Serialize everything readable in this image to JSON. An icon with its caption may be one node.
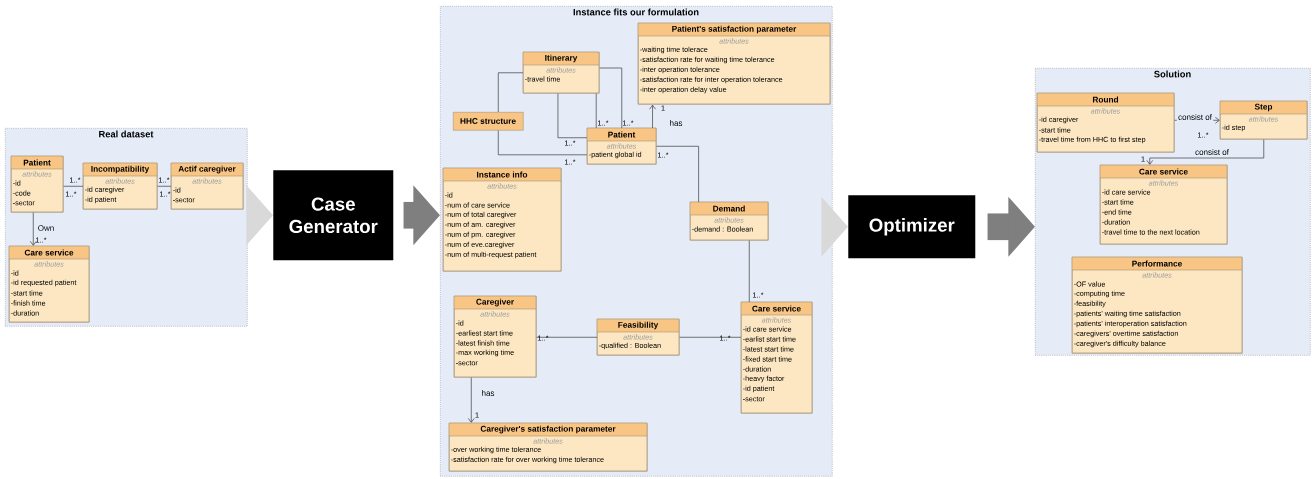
{
  "diagram": {
    "nodes": [
      {
        "text": [
          "Real dataset"
        ]
      },
      {
        "text": [
          "Patient",
          "attributes",
          "-id",
          "-code",
          "-sector"
        ],
        "in": 0
      },
      {
        "text": [
          "Incompatibility",
          "attributes",
          "-id caregiver",
          "-id patient"
        ],
        "in": 0
      },
      {
        "text": [
          "Actif caregiver",
          "attributes",
          "-id",
          "-sector"
        ],
        "in": 0
      },
      {
        "text": [
          "Care service",
          "attributes",
          "-id",
          "-id requested patient",
          "-start time",
          "-finish time",
          "-duration"
        ],
        "in": 0
      },
      {
        "text": [
          "Case Generator"
        ]
      },
      {
        "text": [
          "Instance fits our formulation"
        ]
      },
      {
        "text": [
          "Itinerary",
          "attributes",
          "-travel time"
        ],
        "in": 6
      },
      {
        "text": [
          "Patient's satisfaction parameter",
          "attributes",
          "-waiting time tolerace",
          "-satisfaction rate for waiting time tolerance",
          "-inter operation tolerance",
          "-satisfaction rate for inter operation tolerance",
          "-inter operation delay value"
        ],
        "in": 6
      },
      {
        "text": [
          "HHC structure"
        ],
        "in": 6
      },
      {
        "text": [
          "Patient",
          "attributes",
          "-patient global id"
        ],
        "in": 6
      },
      {
        "text": [
          "Instance info",
          "attributes",
          "-id",
          "-num of care service",
          "-num of total caregiver",
          "-num of am. caregiver",
          "-num of pm. caregiver",
          "-num of eve.caregiver",
          "-num of multi-request patient"
        ],
        "in": 6
      },
      {
        "text": [
          "Demand",
          "attributes",
          "-demand : Boolean"
        ],
        "in": 6
      },
      {
        "text": [
          "Caregiver",
          "attributes",
          "-id",
          "-earliest start time",
          "-latest finish time",
          "-max working time",
          "-sector"
        ],
        "in": 6
      },
      {
        "text": [
          "Feasibility",
          "attributes",
          "-qualified : Boolean"
        ],
        "in": 6
      },
      {
        "text": [
          "Care service",
          "attributes",
          "-id care service",
          "-earlist start time",
          "-latest start time",
          "-fixed start time",
          "-duration",
          "-heavy factor",
          "-id patient",
          "-sector"
        ],
        "in": 6
      },
      {
        "text": [
          "Caregiver's satisfaction parameter",
          "attributes",
          "-over working time tolerance",
          "-satisfaction rate for over working time tolerance"
        ],
        "in": 6
      },
      {
        "text": [
          "Optimizer"
        ]
      },
      {
        "text": [
          "Solution"
        ]
      },
      {
        "text": [
          "Round",
          "attributes",
          "-id caregiver",
          "-start time",
          "-travel time from HHC to first step"
        ],
        "in": 18
      },
      {
        "text": [
          "Step",
          "attributes",
          "-id step"
        ],
        "in": 18
      },
      {
        "text": [
          "Care service",
          "attributes",
          "-id care service",
          "-start time",
          "-end time",
          "-duration",
          "-travel time to the next location"
        ],
        "in": 18
      },
      {
        "text": [
          "Performance",
          "attributes",
          "-OF value",
          "-computing time",
          "-feasibility",
          "-patients' waiting time satisfaction",
          "-patients' interoperation satisfaction",
          "-caregivers' overtime satisfaction",
          "-caregiver's difficulty balance"
        ],
        "in": 18
      }
    ],
    "edges": [
      {
        "from": 1,
        "to": 2,
        "arrow": "none"
      },
      {
        "from": 2,
        "to": 3,
        "arrow": "none"
      },
      {
        "from": 1,
        "to": 4,
        "arrow": "to",
        "label": "Own"
      },
      {
        "from": 0,
        "to": 5,
        "arrow": "to",
        "style": "thick",
        "color": "#d9d9d9"
      },
      {
        "from": 5,
        "to": 6,
        "arrow": "to",
        "style": "thick",
        "color": "#7f7f7f"
      },
      {
        "from": 9,
        "to": 7,
        "arrow": "none"
      },
      {
        "from": 9,
        "to": 10,
        "arrow": "none"
      },
      {
        "from": 7,
        "to": 10,
        "arrow": "none"
      },
      {
        "from": 7,
        "to": 10,
        "arrow": "none"
      },
      {
        "from": 7,
        "to": 10,
        "arrow": "none"
      },
      {
        "from": 10,
        "to": 8,
        "arrow": "to",
        "label": "has"
      },
      {
        "from": 10,
        "to": 12,
        "arrow": "none"
      },
      {
        "from": 12,
        "to": 15,
        "arrow": "none"
      },
      {
        "from": 13,
        "to": 14,
        "arrow": "none"
      },
      {
        "from": 14,
        "to": 15,
        "arrow": "none"
      },
      {
        "from": 13,
        "to": 16,
        "arrow": "to",
        "label": "has"
      },
      {
        "from": 6,
        "to": 17,
        "arrow": "to",
        "style": "thick",
        "color": "#d9d9d9"
      },
      {
        "from": 17,
        "to": 18,
        "arrow": "to",
        "style": "thick",
        "color": "#7f7f7f"
      },
      {
        "from": 19,
        "to": 20,
        "arrow": "to",
        "label": "consist of"
      },
      {
        "from": 20,
        "to": 21,
        "arrow": "to",
        "label": "consist of"
      }
    ],
    "labels": [
      "1..*",
      "1..*",
      "1..*",
      "1..*",
      "1..*",
      "1",
      "1..*",
      "1..*",
      "1..*",
      "1..*",
      "1..*",
      "1..*",
      "1..*",
      "1..*",
      "1",
      "1..*",
      "1"
    ]
  }
}
